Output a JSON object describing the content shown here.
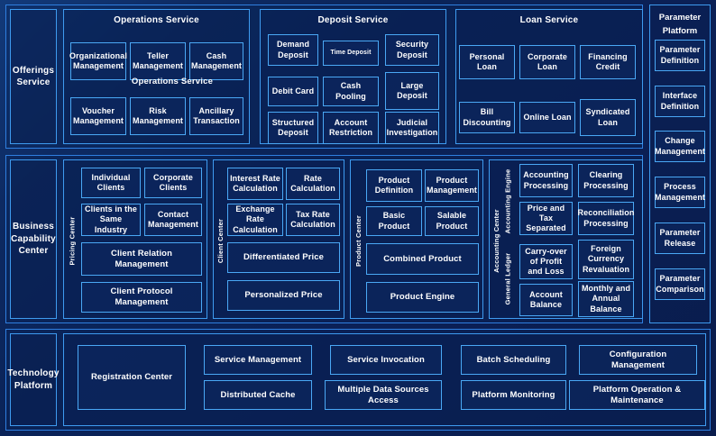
{
  "diagram": {
    "title": "Banking Business Architecture Layers",
    "colors": {
      "background_top": "#123a7a",
      "background_bottom": "#0a1c4c",
      "border_outer": "#2f7fe0",
      "border_panel": "#3e9bf0",
      "border_tile": "#4aa8f5",
      "text": "#ffffff"
    }
  },
  "rows": [
    {
      "id": "offerings",
      "label": "Offerings Service",
      "panels": [
        {
          "id": "operations-service",
          "title": "Operations Service",
          "ghost_title": "Operations Service",
          "tiles": [
            "Organizational Management",
            "Teller Management",
            "Cash Management",
            "Voucher Management",
            "Risk Management",
            "Ancillary Transaction"
          ]
        },
        {
          "id": "deposit-service",
          "title": "Deposit Service",
          "tiles": [
            "Demand Deposit",
            "Time Deposit",
            "Security Deposit",
            "Debit Card",
            "Cash Pooling",
            "Large Deposit",
            "Structured Deposit",
            "Account Restriction",
            "Judicial Investigation"
          ]
        },
        {
          "id": "loan-service",
          "title": "Loan Service",
          "tiles": [
            "Personal Loan",
            "Corporate Loan",
            "Financing Credit",
            "Bill Discounting",
            "Online Loan",
            "Syndicated Loan"
          ]
        }
      ]
    },
    {
      "id": "business-capability",
      "label": "Business Capability Center",
      "panels": [
        {
          "id": "pricing-center",
          "vlabel": "Pricing Center",
          "tiles": [
            "Individual Clients",
            "Corporate Clients",
            "Clients in the Same Industry",
            "Contact Management",
            "Client Relation Management",
            "Client Protocol Management"
          ]
        },
        {
          "id": "client-center",
          "vlabel": "Client Center",
          "tiles": [
            "Interest Rate Calculation",
            "Rate Calculation",
            "Exchange Rate Calculation",
            "Tax Rate Calculation",
            "Differentiated Price",
            "Personalized Price"
          ]
        },
        {
          "id": "product-center",
          "vlabel": "Product Center",
          "tiles": [
            "Product Definition",
            "Product Management",
            "Basic Product",
            "Salable Product",
            "Combined Product",
            "Product Engine"
          ]
        },
        {
          "id": "accounting-center",
          "vlabel": "Accounting Center",
          "groups": [
            {
              "id": "accounting-engine",
              "vlabel": "Accounting Engine",
              "tiles": [
                "Accounting Processing",
                "Clearing Processing",
                "Price and Tax Separated",
                "Reconciliation Processing"
              ]
            },
            {
              "id": "general-ledger",
              "vlabel": "General Ledger",
              "tiles": [
                "Carry-over of Profit and Loss",
                "Foreign Currency Revaluation",
                "Account Balance",
                "Monthly and Annual Balance"
              ]
            }
          ]
        }
      ]
    },
    {
      "id": "technology-platform",
      "label": "Technology Platform",
      "panels": [
        {
          "id": "tech-panel",
          "tiles": [
            "Registration Center",
            "Service Management",
            "Distributed Cache",
            "Service Invocation",
            "Multiple Data Sources Access",
            "Batch Scheduling",
            "Platform Monitoring",
            "Configuration Management",
            "Platform Operation & Maintenance"
          ]
        }
      ]
    }
  ],
  "sidebar": {
    "id": "parameter-platform",
    "title_line1": "Parameter",
    "title_line2": "Platform",
    "items": [
      "Parameter Definition",
      "Interface Definition",
      "Change Management",
      "Process Management",
      "Parameter Release",
      "Parameter Comparison"
    ]
  }
}
